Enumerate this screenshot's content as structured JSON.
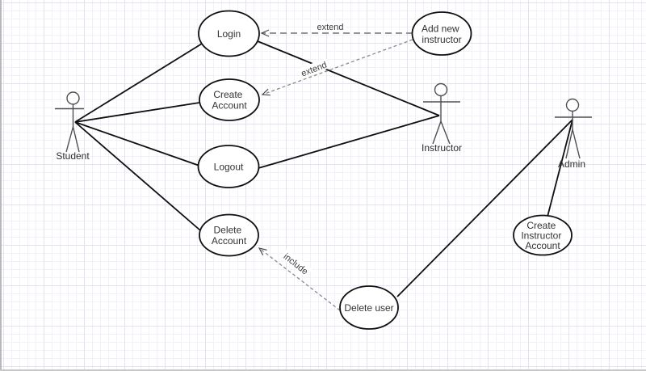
{
  "diagram": {
    "kind": "uml-use-case",
    "actors": [
      {
        "id": "student",
        "label": "Student"
      },
      {
        "id": "instructor",
        "label": "Instructor"
      },
      {
        "id": "admin",
        "label": "Admin"
      }
    ],
    "use_cases": [
      {
        "id": "login",
        "label_lines": [
          "Login"
        ]
      },
      {
        "id": "create_account",
        "label_lines": [
          "Create",
          "Account"
        ]
      },
      {
        "id": "logout",
        "label_lines": [
          "Logout"
        ]
      },
      {
        "id": "delete_account",
        "label_lines": [
          "Delete",
          "Account"
        ]
      },
      {
        "id": "add_new_instructor",
        "label_lines": [
          "Add new",
          "instructor"
        ]
      },
      {
        "id": "create_instructor_account",
        "label_lines": [
          "Create",
          "Instructor",
          "Account"
        ]
      },
      {
        "id": "delete_user",
        "label_lines": [
          "Delete user"
        ]
      }
    ],
    "edges": {
      "solid": [
        {
          "from": "Student",
          "to": "Login"
        },
        {
          "from": "Student",
          "to": "Create Account"
        },
        {
          "from": "Student",
          "to": "Logout"
        },
        {
          "from": "Student",
          "to": "Delete Account"
        },
        {
          "from": "Instructor",
          "to": "Login"
        },
        {
          "from": "Instructor",
          "to": "Logout"
        },
        {
          "from": "Admin",
          "to": "Create Instructor Account"
        },
        {
          "from": "Admin",
          "to": "Delete user"
        }
      ],
      "dashed": [
        {
          "from": "Add new instructor",
          "to": "Login",
          "label": "extend"
        },
        {
          "from": "Add new instructor",
          "to": "Create Account",
          "label": "extend"
        },
        {
          "from": "Delete user",
          "to": "Delete Account",
          "label": "include"
        }
      ]
    },
    "colors": {
      "shape_stroke": "#101010",
      "shape_fill": "#ffffff",
      "dashed_edge": "#8f8f8f",
      "grid_minor": "#f2f0fa",
      "grid_major": "#e4e1f2"
    }
  }
}
